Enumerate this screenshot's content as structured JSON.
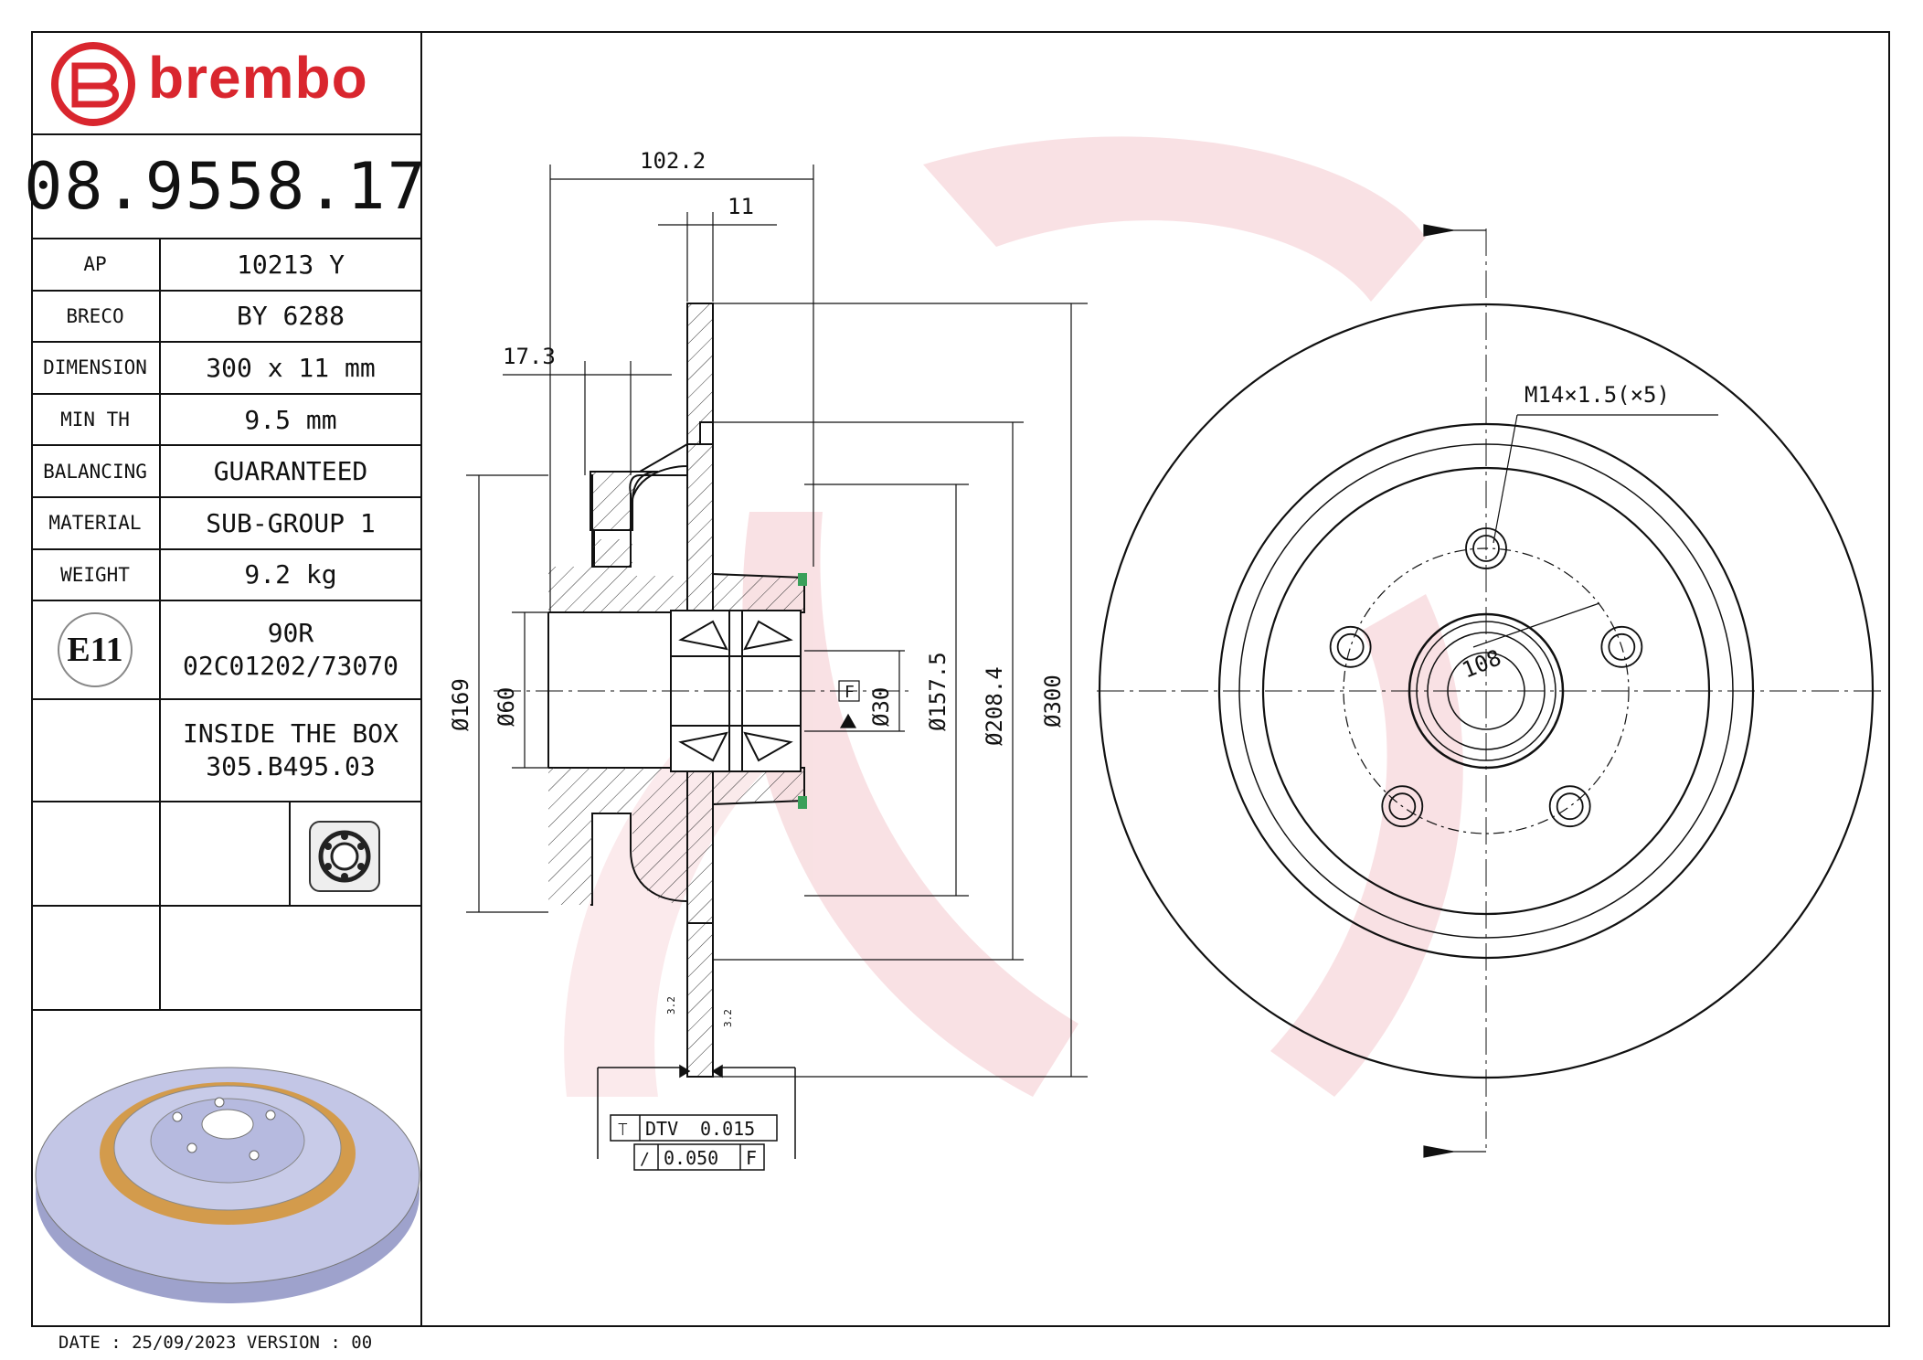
{
  "brand": "brembo",
  "part_number": "08.9558.17",
  "specs": [
    {
      "label": "AP",
      "value": "10213 Y"
    },
    {
      "label": "BRECO",
      "value": "BY 6288"
    },
    {
      "label": "DIMENSION",
      "value": "300 x 11 mm"
    },
    {
      "label": "MIN TH",
      "value": "9.5 mm"
    },
    {
      "label": "BALANCING",
      "value": "GUARANTEED"
    },
    {
      "label": "MATERIAL",
      "value": "SUB-GROUP 1"
    },
    {
      "label": "WEIGHT",
      "value": "9.2 kg"
    }
  ],
  "homologation": {
    "mark": "E11",
    "line1": "90R",
    "line2": "02C01202/73070"
  },
  "inside_box": {
    "line1": "INSIDE THE BOX",
    "line2": "305.B495.03"
  },
  "footer": {
    "date_text": "DATE : 25/09/2023 VERSION : 00"
  },
  "dimensions": {
    "overall_width": "102.2",
    "thickness": "11",
    "offset": "17.3",
    "d169": "Ø169",
    "d60": "Ø60",
    "d30": "Ø30",
    "d157": "Ø157.5",
    "d208": "Ø208.4",
    "d300": "Ø300",
    "datum": "F",
    "thread": "M14×1.5(×5)",
    "pcd": "108",
    "surface_a": "3.2",
    "surface_b": "3.2",
    "dtv_label": "DTV",
    "dtv_value": "0.015",
    "runout_value": "0.050",
    "runout_datum": "F"
  },
  "colors": {
    "brand_red": "#d9262e",
    "watermark": "#f7dde0",
    "disc_face": "#b9bde0",
    "hub_ring": "#d8a85a"
  }
}
